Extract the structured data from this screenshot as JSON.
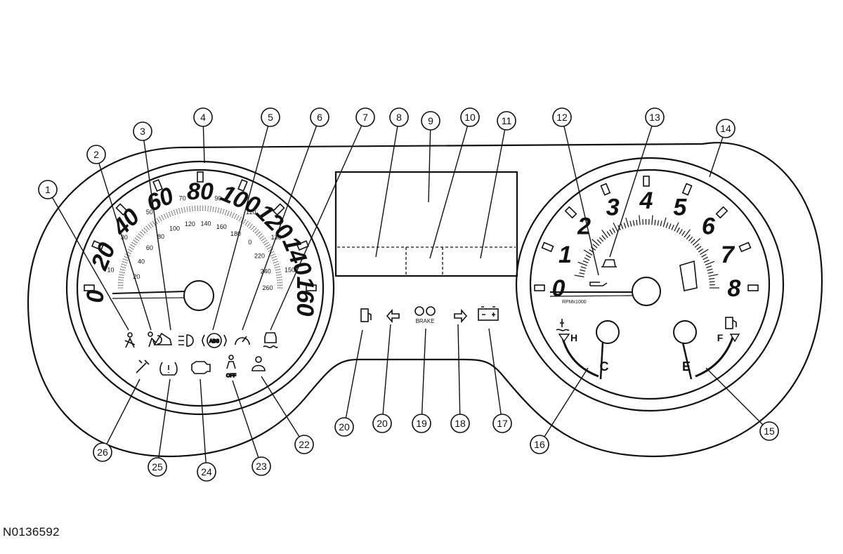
{
  "figure_id": "N0136592",
  "callouts": [
    "1",
    "2",
    "3",
    "4",
    "5",
    "6",
    "7",
    "8",
    "9",
    "10",
    "11",
    "12",
    "13",
    "14",
    "15",
    "16",
    "17",
    "18",
    "19",
    "20",
    "20",
    "22",
    "23",
    "24",
    "25",
    "26"
  ],
  "speedometer": {
    "mph_labels": [
      "0",
      "20",
      "40",
      "60",
      "80",
      "100",
      "120",
      "140",
      "160"
    ],
    "mph_minor": [
      "10",
      "30",
      "50",
      "70",
      "90",
      "110",
      "130",
      "150"
    ],
    "kmh_labels": [
      "20",
      "40",
      "60",
      "80",
      "100",
      "120",
      "140",
      "160",
      "180",
      "0",
      "220",
      "240",
      "260"
    ]
  },
  "tachometer": {
    "labels": [
      "0",
      "1",
      "2",
      "3",
      "4",
      "5",
      "6",
      "7",
      "8"
    ],
    "unit_label": "RPMx1000"
  },
  "temp_gauge": {
    "hot": "H",
    "cold": "C"
  },
  "fuel_gauge": {
    "full": "F",
    "empty": "E"
  },
  "center_indicators": {
    "brake_label": "BRAKE"
  },
  "indicator_off_label": "OFF",
  "icons": [
    "seatbelt-icon",
    "airbag-icon",
    "hood-ajar-icon",
    "headlamp-icon",
    "abs-icon",
    "cruise-control-icon",
    "traction-control-icon",
    "fuel-door-icon",
    "left-turn-arrow-icon",
    "parking-brake-icon",
    "right-turn-arrow-icon",
    "battery-icon",
    "oil-pressure-icon",
    "door-ajar-icon",
    "coolant-temp-icon",
    "fuel-pump-icon",
    "security-icon",
    "tire-pressure-icon",
    "check-engine-icon",
    "passenger-airbag-off-icon",
    "occupant-icon"
  ]
}
